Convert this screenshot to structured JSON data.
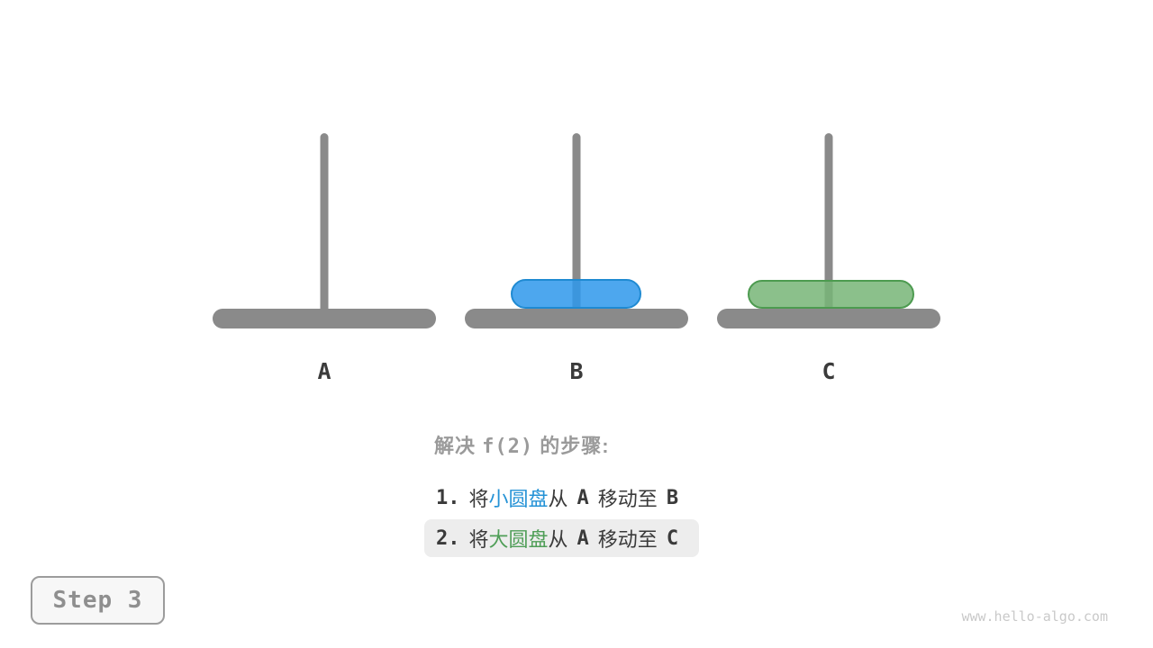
{
  "diagram": {
    "type": "tower-of-hanoi",
    "pegs": [
      {
        "label": "A",
        "disks": []
      },
      {
        "label": "B",
        "disks": [
          {
            "name": "small-disk",
            "color": "#4da7ee"
          }
        ]
      },
      {
        "label": "C",
        "disks": [
          {
            "name": "large-disk",
            "color": "#8bc08b"
          }
        ]
      }
    ]
  },
  "colors": {
    "peg_gray": "#8a8a8a",
    "small_disk_fill": "#4da7ee",
    "small_disk_border": "#1f8ad2",
    "large_disk_fill": "#8bc08b",
    "large_disk_border": "#4d9b50",
    "blue_text": "#2492d6",
    "green_text": "#4f9e57",
    "highlight_bg": "#ededed",
    "heading_gray": "#9a9a9a"
  },
  "heading": {
    "prefix": "解决 ",
    "code": "f(2)",
    "suffix": " 的步骤:"
  },
  "steps": [
    {
      "num": "1.",
      "action": "将",
      "disk": "小圆盘",
      "conn": "从",
      "from": "A",
      "move": "移动至",
      "to": "B",
      "highlighted": false
    },
    {
      "num": "2.",
      "action": "将",
      "disk": "大圆盘",
      "conn": "从",
      "from": "A",
      "move": "移动至",
      "to": "C",
      "highlighted": true
    }
  ],
  "step_badge": {
    "label": "Step 3"
  },
  "watermark": "www.hello-algo.com"
}
